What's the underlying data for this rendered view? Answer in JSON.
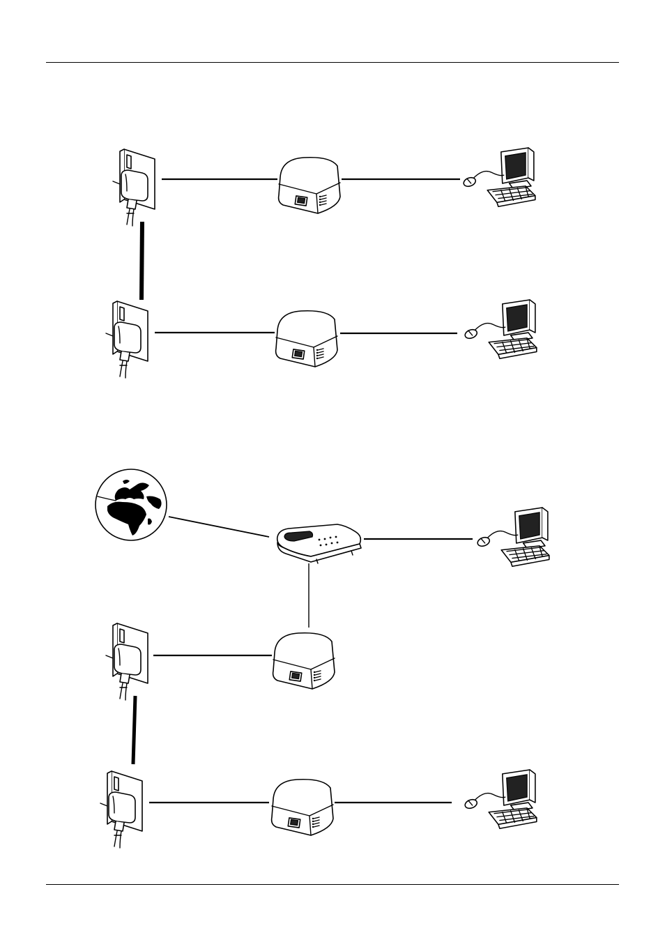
{
  "page": {
    "header_rule": true,
    "footer_rule": true
  },
  "diagram_1": {
    "nodes": [
      {
        "id": "d1-socket-a",
        "icon": "wall-socket-plug-icon"
      },
      {
        "id": "d1-adapter-a",
        "icon": "powerline-adapter-icon"
      },
      {
        "id": "d1-computer-a",
        "icon": "desktop-computer-icon"
      },
      {
        "id": "d1-socket-b",
        "icon": "wall-socket-plug-icon"
      },
      {
        "id": "d1-adapter-b",
        "icon": "powerline-adapter-icon"
      },
      {
        "id": "d1-computer-b",
        "icon": "desktop-computer-icon"
      }
    ],
    "links": [
      {
        "from": "d1-socket-a",
        "to": "d1-adapter-a",
        "kind": "ethernet"
      },
      {
        "from": "d1-adapter-a",
        "to": "d1-computer-a",
        "kind": "ethernet"
      },
      {
        "from": "d1-socket-a",
        "to": "d1-socket-b",
        "kind": "powerline"
      },
      {
        "from": "d1-socket-b",
        "to": "d1-adapter-b",
        "kind": "ethernet"
      },
      {
        "from": "d1-adapter-b",
        "to": "d1-computer-b",
        "kind": "ethernet"
      }
    ]
  },
  "diagram_2": {
    "nodes": [
      {
        "id": "d2-internet",
        "icon": "globe-icon"
      },
      {
        "id": "d2-router",
        "icon": "router-icon"
      },
      {
        "id": "d2-computer-a",
        "icon": "desktop-computer-icon"
      },
      {
        "id": "d2-socket-a",
        "icon": "wall-socket-plug-icon"
      },
      {
        "id": "d2-adapter-a",
        "icon": "powerline-adapter-icon"
      },
      {
        "id": "d2-socket-b",
        "icon": "wall-socket-plug-icon"
      },
      {
        "id": "d2-adapter-b",
        "icon": "powerline-adapter-icon"
      },
      {
        "id": "d2-computer-b",
        "icon": "desktop-computer-icon"
      }
    ],
    "links": [
      {
        "from": "d2-internet",
        "to": "d2-router",
        "kind": "ethernet"
      },
      {
        "from": "d2-router",
        "to": "d2-computer-a",
        "kind": "ethernet"
      },
      {
        "from": "d2-router",
        "to": "d2-adapter-a",
        "kind": "ethernet"
      },
      {
        "from": "d2-socket-a",
        "to": "d2-adapter-a",
        "kind": "ethernet"
      },
      {
        "from": "d2-socket-a",
        "to": "d2-socket-b",
        "kind": "powerline"
      },
      {
        "from": "d2-socket-b",
        "to": "d2-adapter-b",
        "kind": "ethernet"
      },
      {
        "from": "d2-adapter-b",
        "to": "d2-computer-b",
        "kind": "ethernet"
      }
    ]
  },
  "colors": {
    "ink": "#000000",
    "paper": "#ffffff"
  }
}
